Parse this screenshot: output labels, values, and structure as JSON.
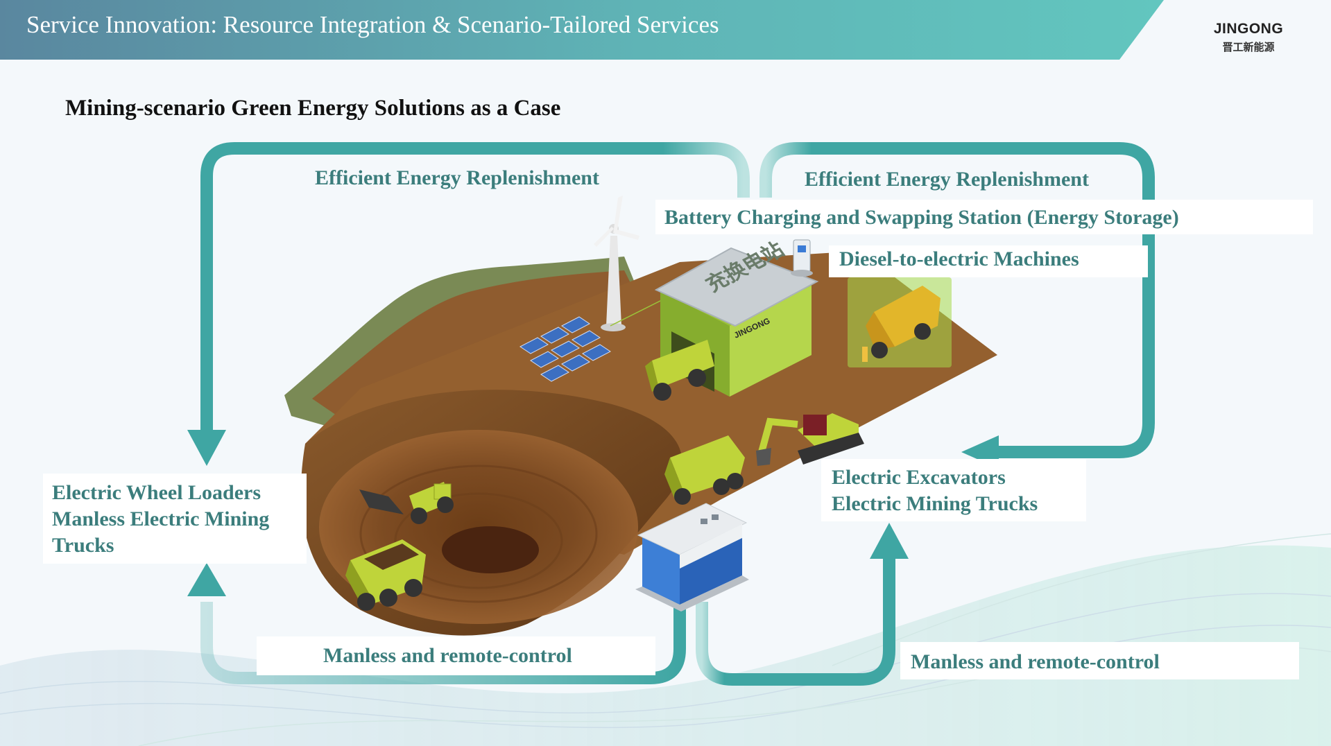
{
  "header": {
    "title": "Service Innovation: Resource Integration & Scenario-Tailored Services"
  },
  "logo": {
    "top_text": "JINGONG",
    "bottom_text": "晋工新能源"
  },
  "subtitle": "Mining-scenario Green Energy Solutions as a Case",
  "station_sign": "充换电站",
  "building_logo": "JINGONG",
  "labels": {
    "top_left": "Efficient Energy Replenishment",
    "top_right": "Efficient Energy Replenishment",
    "station": "Battery Charging and Swapping Station (Energy Storage)",
    "diesel": "Diesel-to-electric Machines",
    "left_line1": "Electric Wheel Loaders",
    "left_line2": "Manless Electric Mining",
    "left_line3": "Trucks",
    "right_line1": "Electric Excavators",
    "right_line2": "Electric Mining Trucks",
    "bottom_left": "Manless and remote-control",
    "bottom_right": "Manless and remote-control"
  },
  "colors": {
    "arrow": "#3fa6a3",
    "label_text": "#3b7d7c",
    "header_start": "#5e8fa6",
    "header_end": "#5fc2bd",
    "ground": "#8b5a2b",
    "vehicle": "#bfd43a",
    "station": "#9bc23a"
  }
}
